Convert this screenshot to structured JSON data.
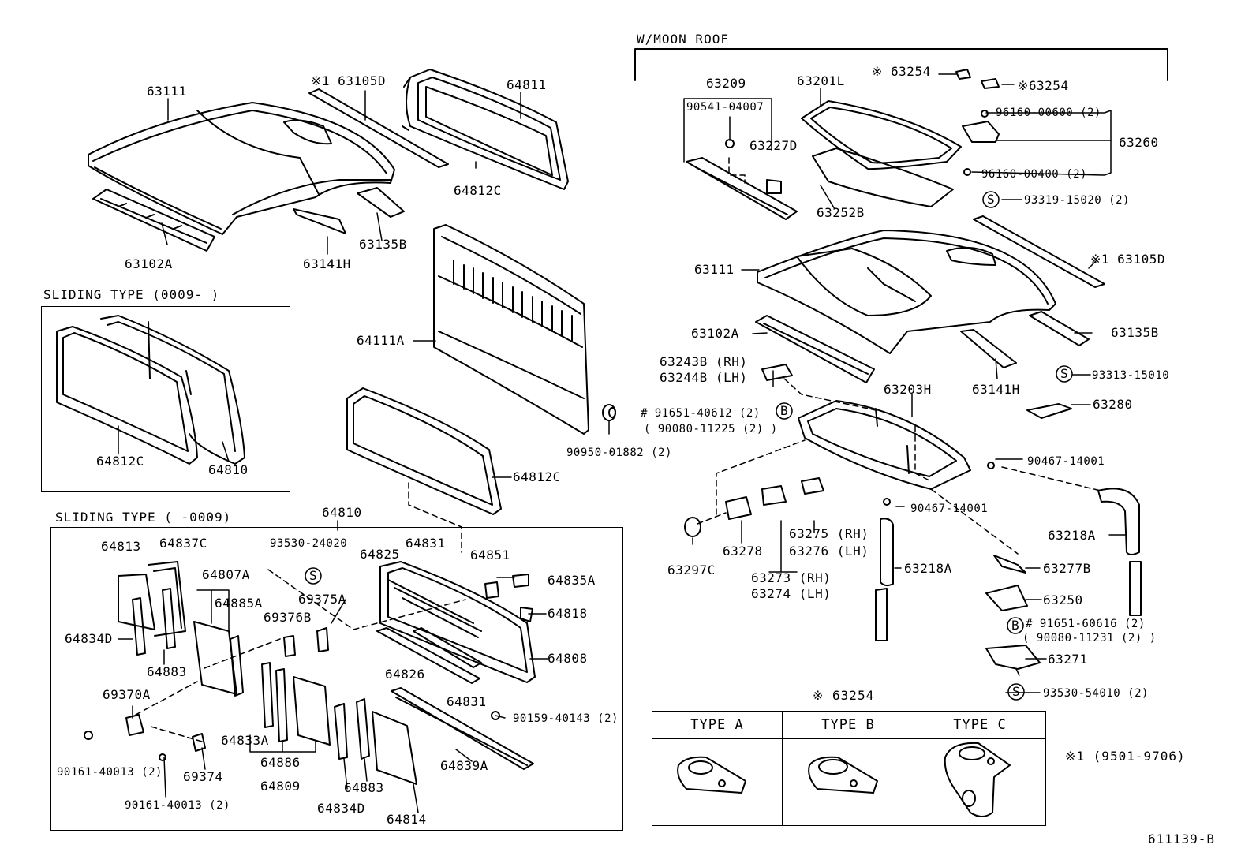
{
  "headers": {
    "moon_roof": "W/MOON ROOF",
    "sliding_type_a": "SLIDING TYPE  (0009-     )",
    "sliding_type_b": "SLIDING TYPE  (      -0009)",
    "type_table_title": "※ 63254",
    "note_1": "※1 (9501-9706)",
    "figure_number": "611139-B"
  },
  "type_table": [
    "TYPE A",
    "TYPE B",
    "TYPE C"
  ],
  "labels": {
    "l63111a": "63111",
    "l63105da": "※1 63105D",
    "l64811": "64811",
    "l63102aa": "63102A",
    "l63141ha": "63141H",
    "l63135ba": "63135B",
    "l64812ca": "64812C",
    "l64812cb": "64812C",
    "l64810a": "64810",
    "l64111a": "64111A",
    "l90950": "90950-01882 (2)",
    "l64812cc": "64812C",
    "l64810b": "64810",
    "l64813": "64813",
    "l64837c": "64837C",
    "l64807a": "64807A",
    "l64885a": "64885A",
    "l93530a": "93530-24020",
    "l69375a": "69375A",
    "l69376b": "69376B",
    "l64825": "64825",
    "l64831a": "64831",
    "l64851": "64851",
    "l64835a": "64835A",
    "l64818": "64818",
    "l64808": "64808",
    "l64834da": "64834D",
    "l64883a": "64883",
    "l69370a": "69370A",
    "l64826": "64826",
    "l64831b": "64831",
    "l90159": "90159-40143 (2)",
    "l90161a": "90161-40013 (2)",
    "l69374": "69374",
    "l90161b": "90161-40013 (2)",
    "l64833a": "64833A",
    "l64886": "64886",
    "l64809": "64809",
    "l64834db": "64834D",
    "l64883b": "64883",
    "l64814": "64814",
    "l64839a": "64839A",
    "l63209": "63209",
    "l90541": "90541-04007",
    "l63227d": "63227D",
    "l63201l": "63201L",
    "l63252b": "63252B",
    "l63254a": "※ 63254",
    "l63254b": "※63254",
    "l96160a": "96160-00600 (2)",
    "l63260": "63260",
    "l96160b": "96160-00400 (2)",
    "l93319": "93319-15020 (2)",
    "l63111b": "63111",
    "l63105db": "※1 63105D",
    "l63102ab": "63102A",
    "l63135bb": "63135B",
    "l63243b": "63243B (RH)",
    "l63244b": "63244B (LH)",
    "l63141hb": "63141H",
    "l93313": "93313-15010",
    "l63203h": "63203H",
    "l63280": "63280",
    "l91651a": "# 91651-40612 (2)",
    "l90080a": "( 90080-11225 (2) )",
    "l90467a": "90467-14001",
    "l90467b": "90467-14001",
    "l63218aa": "63218A",
    "l63218ab": "63218A",
    "l63297c": "63297C",
    "l63278": "63278",
    "l63275": "63275 (RH)",
    "l63276": "63276 (LH)",
    "l63273": "63273 (RH)",
    "l63274": "63274 (LH)",
    "l63277b": "63277B",
    "l63250": "63250",
    "l91651b": "# 91651-60616 (2)",
    "l90080b": "( 90080-11231 (2) )",
    "l63271": "63271",
    "l93530b": "93530-54010 (2)"
  },
  "markers": {
    "s": "S",
    "b": "B"
  }
}
